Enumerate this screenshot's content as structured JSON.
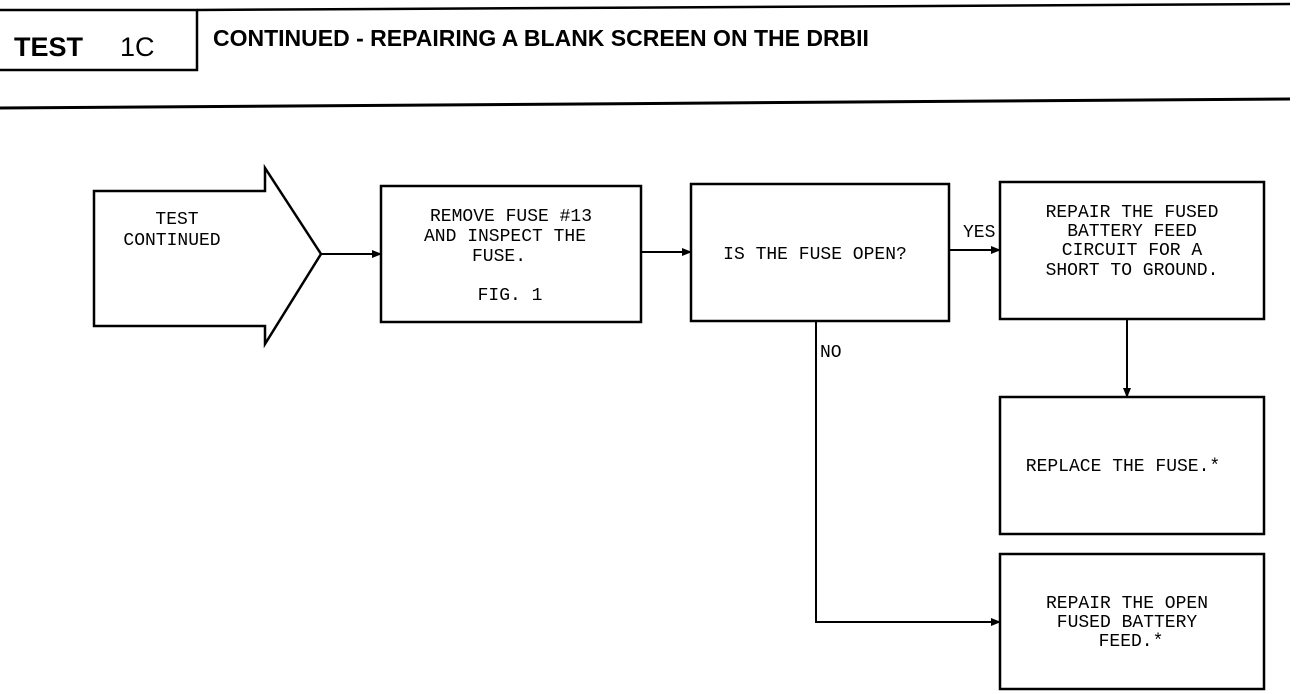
{
  "header": {
    "test_label": "TEST",
    "test_number": "1C",
    "title": "CONTINUED - REPAIRING A BLANK SCREEN ON THE DRBII"
  },
  "flowchart": {
    "start": {
      "lines": [
        "TEST",
        "CONTINUED"
      ]
    },
    "step_remove_fuse": {
      "lines": [
        "REMOVE FUSE #13",
        "AND INSPECT THE",
        "FUSE."
      ],
      "figure": "FIG. 1"
    },
    "decision_fuse_open": {
      "lines": [
        "IS THE FUSE OPEN?"
      ]
    },
    "step_repair_short": {
      "lines": [
        "REPAIR THE FUSED",
        "BATTERY FEED",
        "CIRCUIT FOR A",
        "SHORT TO GROUND."
      ]
    },
    "step_replace_fuse": {
      "lines": [
        "REPLACE THE FUSE.*"
      ]
    },
    "step_repair_open": {
      "lines": [
        "REPAIR THE OPEN",
        "FUSED BATTERY",
        "FEED.*"
      ]
    },
    "label_yes": "YES",
    "label_no": "NO"
  }
}
